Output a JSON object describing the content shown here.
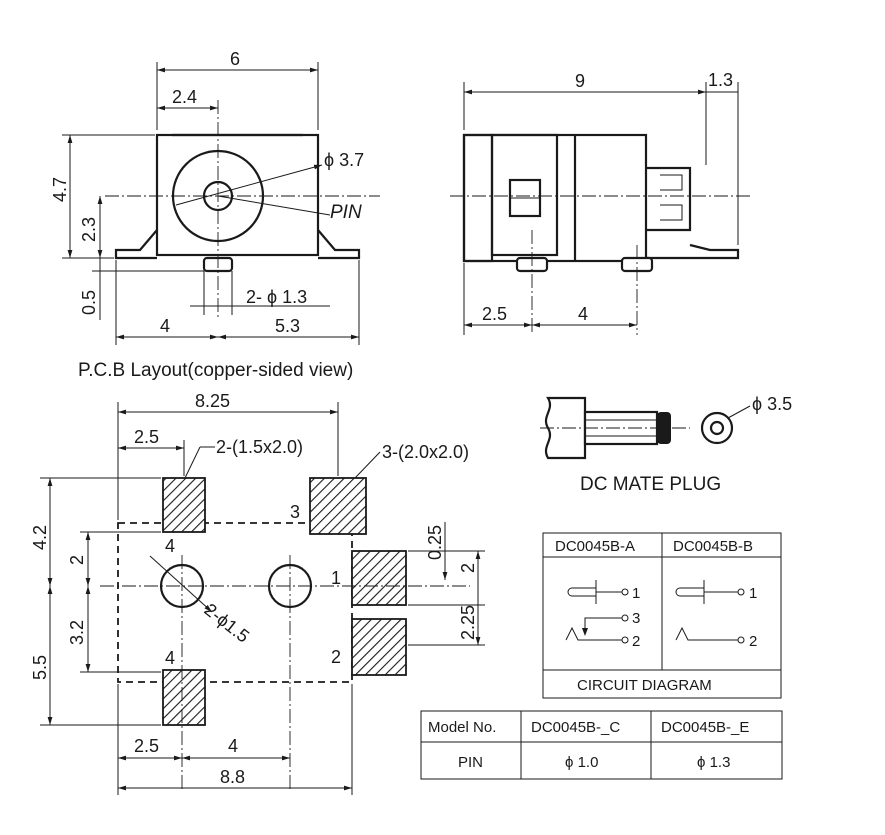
{
  "colors": {
    "ink": "#1a1a1a",
    "background": "#ffffff"
  },
  "front_view": {
    "dim_width": "6",
    "dim_pin_offset": "2.4",
    "dim_height": "4.7",
    "dim_center_height": "2.3",
    "dim_pin_depth": "0.5",
    "dim_left": "4",
    "dim_right": "5.3",
    "dim_pin_dia": "2- ϕ 1.3",
    "dim_hole_dia": "ϕ 3.7",
    "pin_label": "PIN"
  },
  "side_view": {
    "dim_length": "9",
    "dim_overhang": "1.3",
    "dim_first_pin": "2.5",
    "dim_pin_spacing": "4"
  },
  "pcb_layout": {
    "title": "P.C.B Layout(copper-sided view)",
    "dim_total_width_top": "8.25",
    "dim_pad_offset": "2.5",
    "small_pad_note": "2-(1.5x2.0)",
    "large_pad_note": "3-(2.0x2.0)",
    "dim_upper": "4.2",
    "dim_upper_pad": "2",
    "dim_hole_gap": "3.2",
    "dim_lower": "5.5",
    "dim_right_gap": "0.25",
    "dim_right_pad": "2",
    "dim_right_lower": "2.25",
    "hole_note": "2-ϕ1.5",
    "dim_bottom_offset": "2.5",
    "dim_bottom_spacing": "4",
    "dim_total_width_bottom": "8.8",
    "pad_numbers": [
      "1",
      "2",
      "3",
      "4",
      "4"
    ]
  },
  "mate_plug": {
    "title": "DC MATE PLUG",
    "dim_dia": "ϕ 3.5"
  },
  "circuit_diagram": {
    "col_a": "DC0045B-A",
    "col_b": "DC0045B-B",
    "caption": "CIRCUIT DIAGRAM",
    "terminals_a": [
      "1",
      "3",
      "2"
    ],
    "terminals_b": [
      "1",
      "2"
    ]
  },
  "model_table": {
    "headers": [
      "Model No.",
      "DC0045B-_C",
      "DC0045B-_E"
    ],
    "row_label": "PIN",
    "values": [
      "ϕ 1.0",
      "ϕ 1.3"
    ]
  }
}
